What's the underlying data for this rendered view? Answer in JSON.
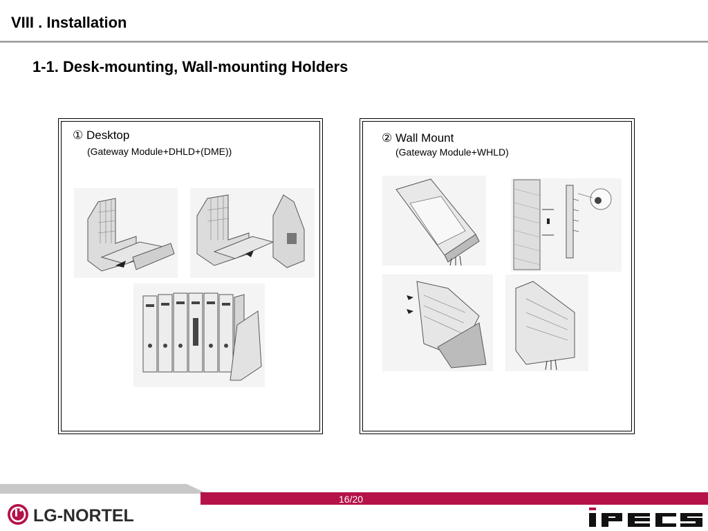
{
  "header": {
    "section_title": "VIII . Installation",
    "sub_title": "1-1. Desk-mounting, Wall-mounting Holders"
  },
  "panels": {
    "desktop": {
      "heading": "① Desktop",
      "note": "(Gateway Module+DHLD+(DME))"
    },
    "wall_mount": {
      "heading": "② Wall Mount",
      "note": "(Gateway Module+WHLD)"
    }
  },
  "footer": {
    "page_number": "16/20",
    "brand_left": "LG-NORTEL",
    "brand_right": "iPECS",
    "accent_color": "#b5124a"
  }
}
